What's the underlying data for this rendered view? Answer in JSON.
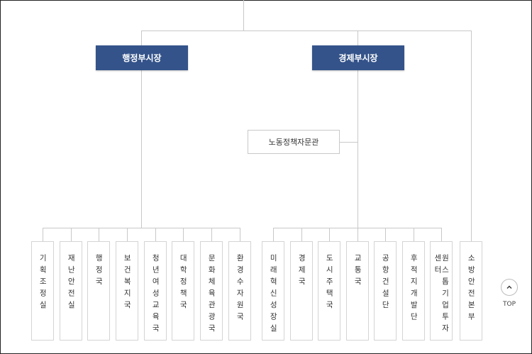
{
  "vice_mayors": {
    "admin": "행정부시장",
    "economic": "경제부시장"
  },
  "advisor": "노동정책자문관",
  "admin_depts": [
    "기획조정실",
    "재난안전실",
    "행정국",
    "보건복지국",
    "청년여성교육국",
    "대학정책국",
    "문화체육관광국",
    "환경수자원국"
  ],
  "economic_depts": [
    "미래혁신성장실",
    "경제국",
    "도시주택국",
    "교통국",
    "공항건설단",
    "후적지개발단",
    "원스톱기업투자센터"
  ],
  "direct_dept": "소방안전본부",
  "top_button": {
    "label": "TOP",
    "icon": "chevron-up-icon"
  },
  "colors": {
    "vice_mayor_box": "#34538a",
    "connector": "#c8c8c8"
  }
}
